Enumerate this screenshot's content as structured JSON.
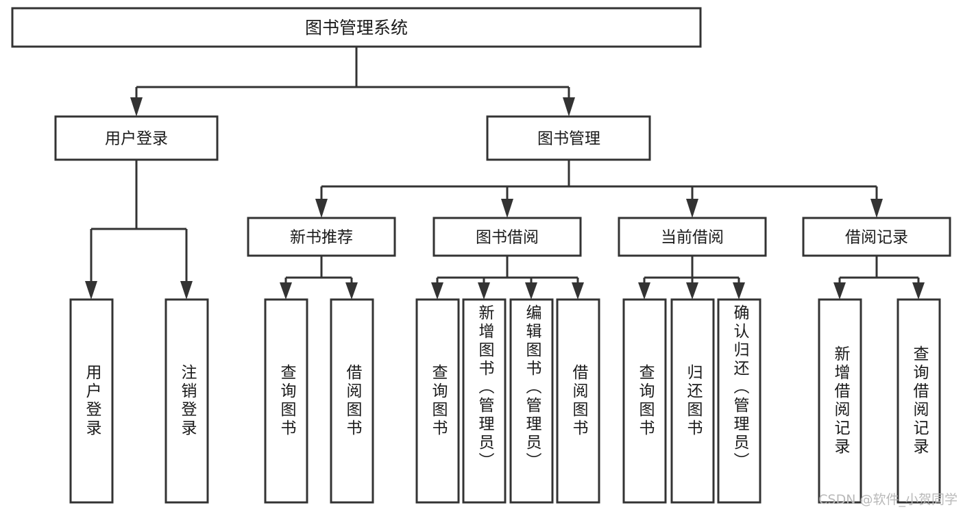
{
  "diagram": {
    "title": "图书管理系统",
    "type": "hierarchy-tree",
    "orientation": "top-down",
    "colors": {
      "box_fill": "#ffffff",
      "box_stroke": "#333333",
      "text": "#1a1a1a",
      "background": "#ffffff",
      "watermark": "#b9b9b9"
    },
    "root": {
      "id": "root",
      "label": "图书管理系统"
    },
    "level2": [
      {
        "id": "user-login",
        "label": "用户登录"
      },
      {
        "id": "book-manage",
        "label": "图书管理"
      }
    ],
    "level3": [
      {
        "id": "new-book-recommend",
        "label": "新书推荐",
        "parent": "book-manage"
      },
      {
        "id": "book-borrow",
        "label": "图书借阅",
        "parent": "book-manage"
      },
      {
        "id": "current-borrow",
        "label": "当前借阅",
        "parent": "book-manage"
      },
      {
        "id": "borrow-record",
        "label": "借阅记录",
        "parent": "book-manage"
      }
    ],
    "leaves": [
      {
        "id": "leaf-user-login",
        "label": "用户登录",
        "parent": "user-login"
      },
      {
        "id": "leaf-logout-login",
        "label": "注销登录",
        "parent": "user-login"
      },
      {
        "id": "leaf-query-book-1",
        "label": "查询图书",
        "parent": "new-book-recommend"
      },
      {
        "id": "leaf-borrow-book-1",
        "label": "借阅图书",
        "parent": "new-book-recommend"
      },
      {
        "id": "leaf-query-book-2",
        "label": "查询图书",
        "parent": "book-borrow"
      },
      {
        "id": "leaf-add-book",
        "label": "新增图书（管理员）",
        "parent": "book-borrow"
      },
      {
        "id": "leaf-edit-book",
        "label": "编辑图书（管理员）",
        "parent": "book-borrow"
      },
      {
        "id": "leaf-borrow-book-2",
        "label": "借阅图书",
        "parent": "book-borrow"
      },
      {
        "id": "leaf-query-book-3",
        "label": "查询图书",
        "parent": "current-borrow"
      },
      {
        "id": "leaf-return-book",
        "label": "归还图书",
        "parent": "current-borrow"
      },
      {
        "id": "leaf-confirm-return",
        "label": "确认归还（管理员）",
        "parent": "current-borrow"
      },
      {
        "id": "leaf-add-record",
        "label": "新增借阅记录",
        "parent": "borrow-record"
      },
      {
        "id": "leaf-query-record",
        "label": "查询借阅记录",
        "parent": "borrow-record"
      }
    ]
  },
  "watermark": {
    "text": "CSDN @软件_小贺同学"
  }
}
